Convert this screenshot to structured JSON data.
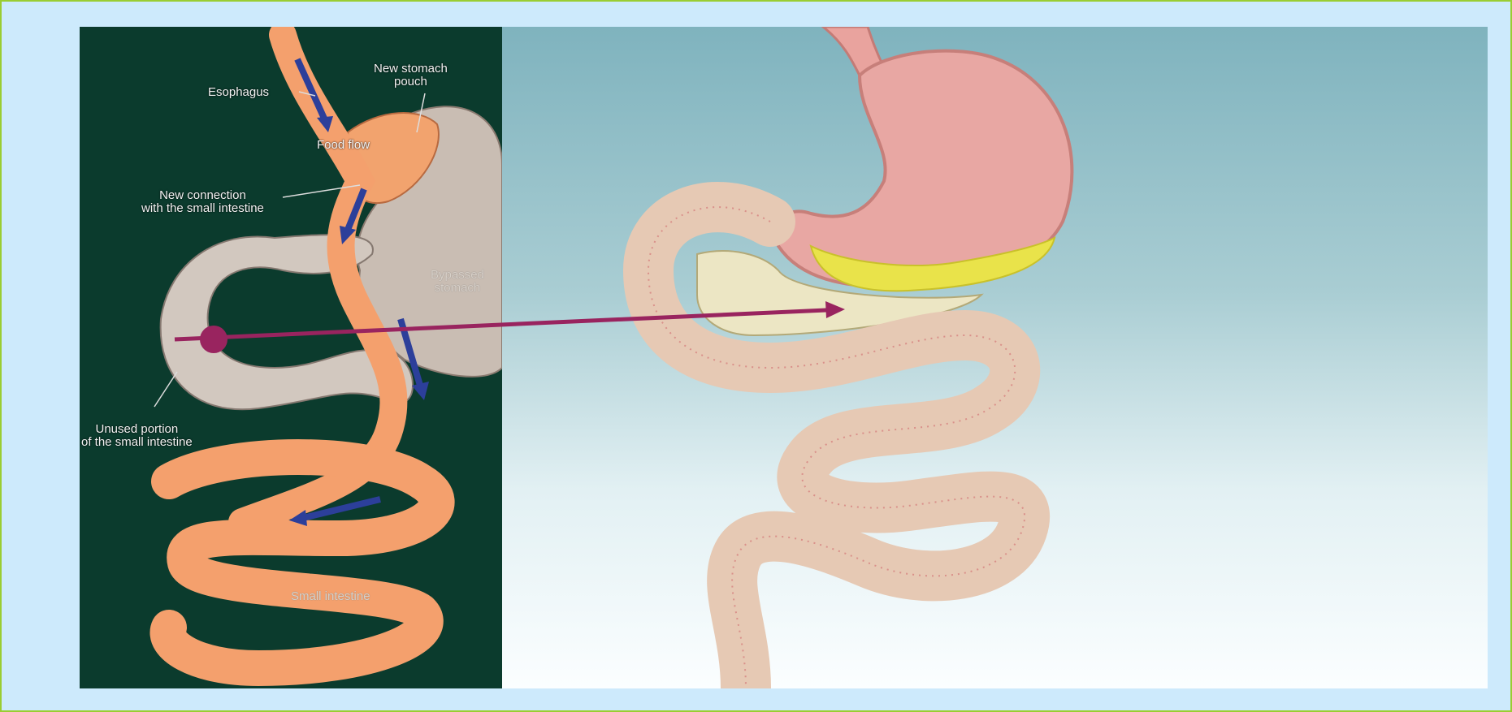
{
  "left_figure": {
    "labels": {
      "esophagus": "Esophagus",
      "new_stomach_pouch": "New stomach\npouch",
      "food_flow": "Food flow",
      "new_connection": "New connection\nwith the small intestine",
      "bypassed_stomach": "Bypassed\nstomach",
      "unused_portion": "Unused portion\nof the small intestine",
      "small_intestine": "Small intestine"
    }
  },
  "colors": {
    "frame_border": "#9acd32",
    "background": "#cdeafc",
    "left_panel_bg": "#0b3b2d",
    "arrow": "#99245f",
    "intestine_orange": "#f4a06d",
    "stomach_gray": "#cfc4ba",
    "flow_arrow": "#2c3f9a"
  }
}
